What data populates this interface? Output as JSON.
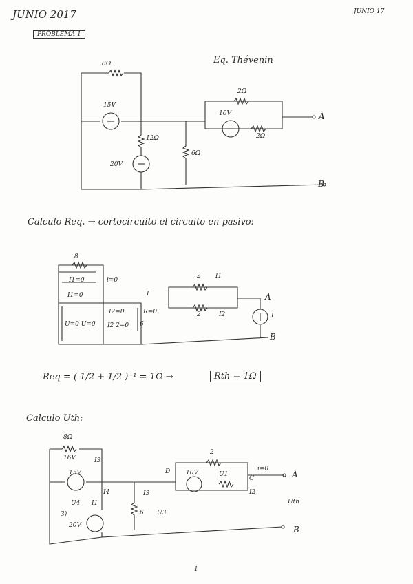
{
  "header": {
    "left_title": "JUNIO 2017",
    "right_title": "JUNIO 17",
    "problem_label": "PROBLEMA 1"
  },
  "top_circuit": {
    "heading": "Eq. Thévenin",
    "r_top": "8Ω",
    "src_15v": "15V",
    "r_2a": "2Ω",
    "src_10v": "10V",
    "r_2b": "2Ω",
    "r_12": "12Ω",
    "src_20v": "20V",
    "r_6": "6Ω",
    "node_a": "A",
    "node_b": "B"
  },
  "req_section": {
    "text": "Calculo Req. → cortocircuito el circuito en pasivo:",
    "r8": "8",
    "i1": "I1=0",
    "i0": "i=0",
    "i1b": "I1=0",
    "r2a": "2",
    "ia": "I1",
    "iI": "I",
    "node_a": "A",
    "i2": "I2=0",
    "r_zero": "R=0",
    "r6": "6",
    "uv": "U=0 U=0",
    "i2b": "I2 2=0",
    "r2b": "2",
    "ib": "I2",
    "src_i": "I",
    "node_b": "B",
    "equation": "Req = ( 1/2 + 1/2 )⁻¹ = 1Ω  →",
    "result": "Rth = 1Ω"
  },
  "uth_section": {
    "text": "Calculo Uth:",
    "r8": "8Ω",
    "v16": "16V",
    "i3": "I3",
    "v15": "15V",
    "i4": "I4",
    "u4": "U4",
    "i1": "I1",
    "r6": "6",
    "u3": "U3",
    "label_3": "3)",
    "v20": "20V",
    "r2": "2",
    "u1": "U1",
    "node_d": "D",
    "v10": "10V",
    "i2": "I2",
    "i_zero": "i=0",
    "node_c": "C",
    "node_a": "A",
    "uth": "Uth",
    "node_b": "B"
  },
  "page_number": "1"
}
